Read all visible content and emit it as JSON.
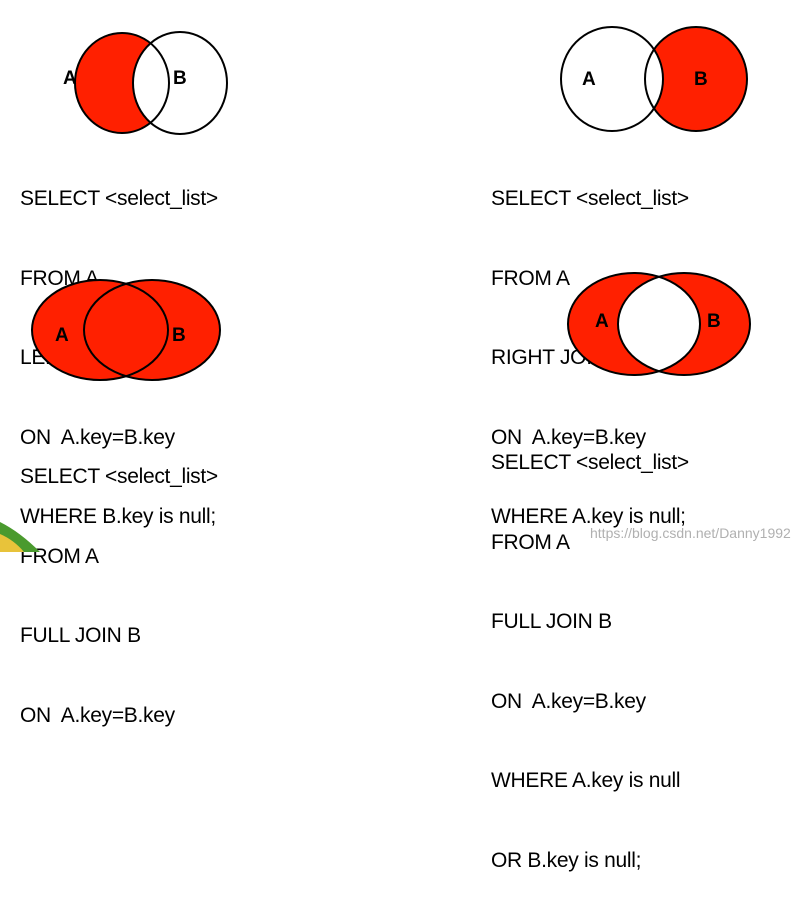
{
  "colors": {
    "fill_red": "#ff2000",
    "fill_white": "#ffffff",
    "stroke": "#000000"
  },
  "diagrams": [
    {
      "id": "left-join-exclusive",
      "label_a": "A",
      "label_b": "B",
      "lines": [
        "SELECT <select_list>",
        "FROM A",
        "LEFT JOIN B",
        "ON  A.key=B.key",
        "WHERE B.key is null;"
      ]
    },
    {
      "id": "right-join-exclusive",
      "label_a": "A",
      "label_b": "B",
      "lines": [
        "SELECT <select_list>",
        "FROM A",
        "RIGHT JOIN B",
        "ON  A.key=B.key",
        "WHERE A.key is null;"
      ]
    },
    {
      "id": "full-join",
      "label_a": "A",
      "label_b": "B",
      "lines": [
        "SELECT <select_list>",
        "FROM A",
        "FULL JOIN B",
        "ON  A.key=B.key"
      ]
    },
    {
      "id": "full-join-exclusive",
      "label_a": "A",
      "label_b": "B",
      "lines": [
        "SELECT <select_list>",
        "FROM A",
        "FULL JOIN B",
        "ON  A.key=B.key",
        "WHERE A.key is null",
        "OR B.key is null;"
      ]
    }
  ],
  "watermark": "https://blog.csdn.net/Danny1992"
}
